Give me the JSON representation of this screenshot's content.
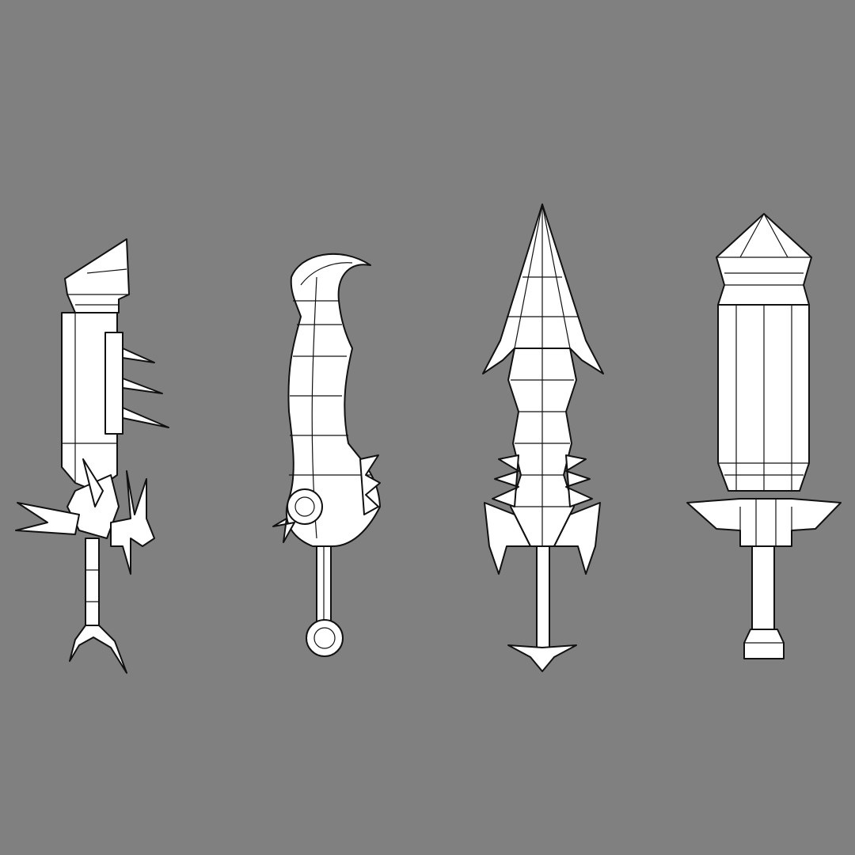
{
  "scene": {
    "background": "#808080",
    "wire_color": "#111111",
    "surface_color": "#ffffff",
    "objects": [
      "spiked-cleaver-sword",
      "hooked-scimitar",
      "spear-blade-sword",
      "crystal-broadsword"
    ]
  }
}
